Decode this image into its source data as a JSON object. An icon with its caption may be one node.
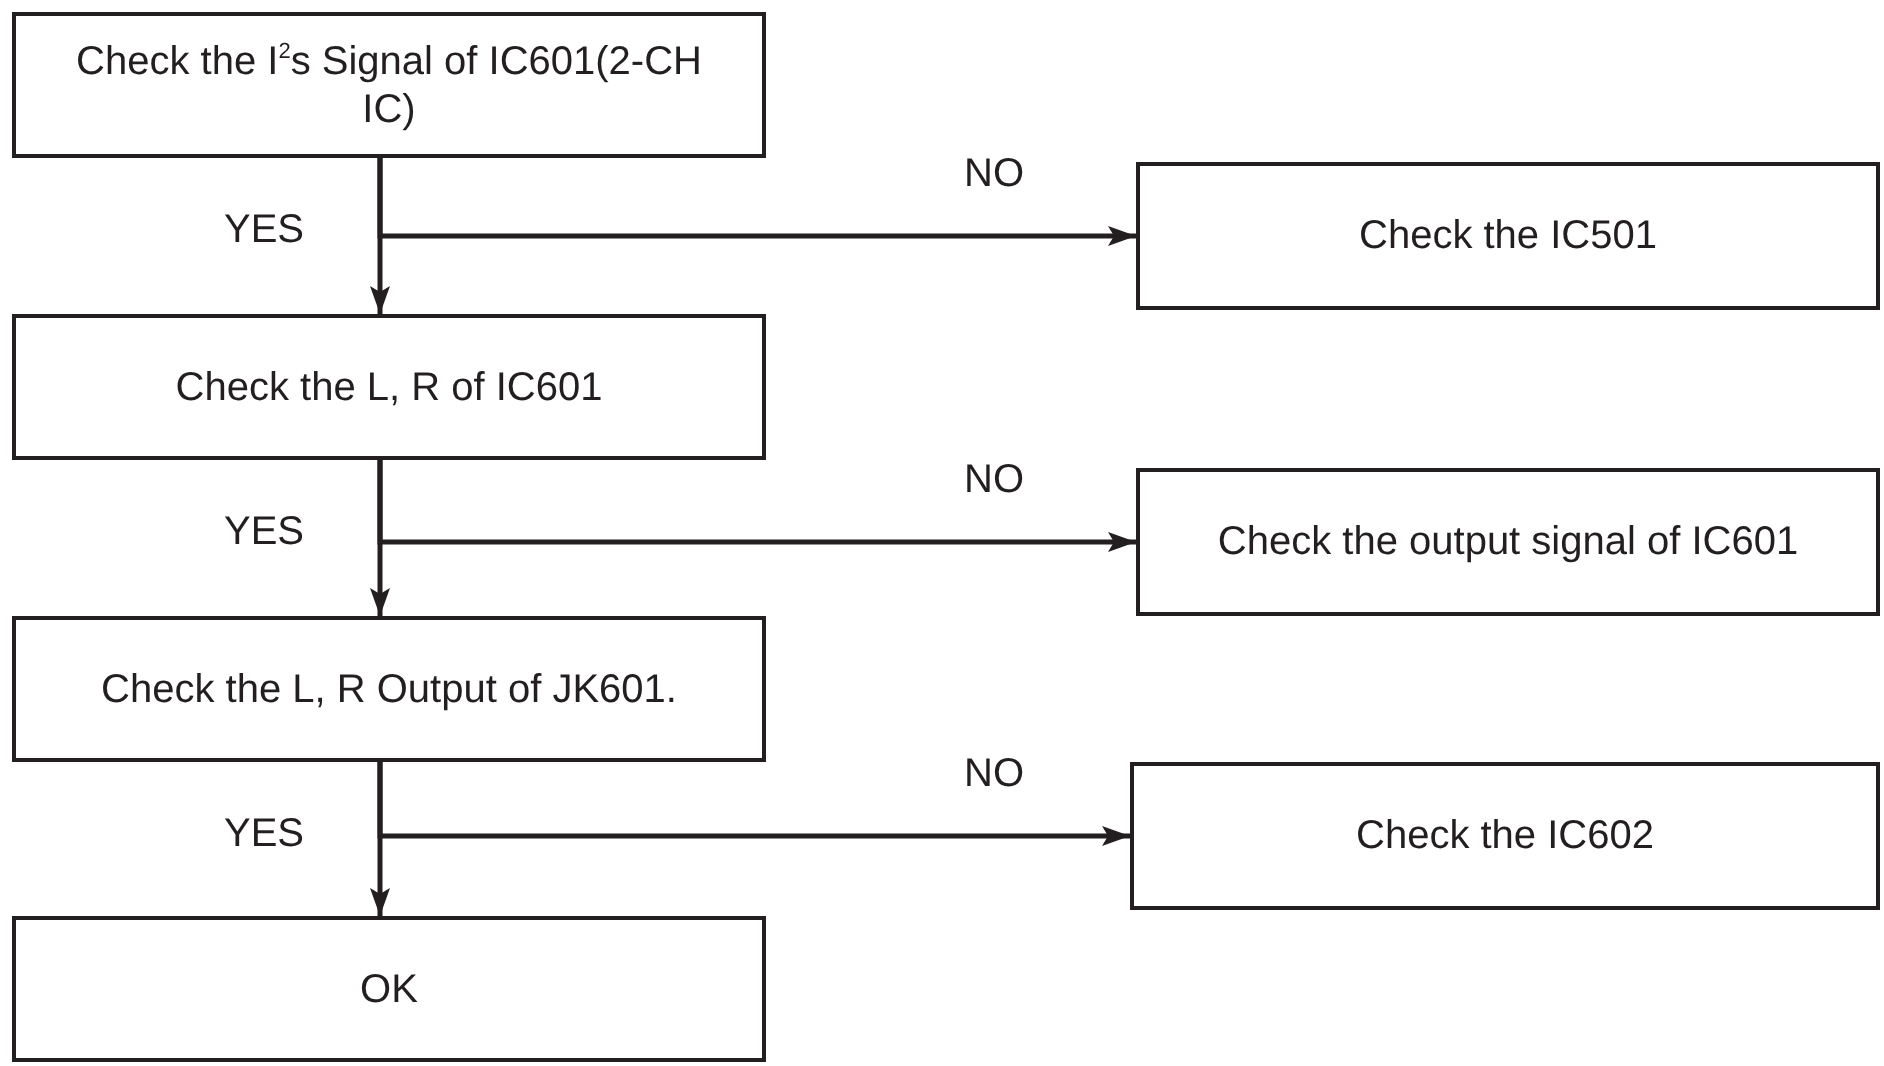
{
  "diagram": {
    "nodes": [
      {
        "text": [
          "Check the I$^{2}$s Signal of IC601(2-CH IC)"
        ]
      },
      {
        "text": [
          "Check the IC501"
        ]
      },
      {
        "text": [
          "Check the L, R of IC601"
        ]
      },
      {
        "text": [
          "Check the output signal of IC601"
        ]
      },
      {
        "text": [
          "Check the L, R Output of JK601."
        ]
      },
      {
        "text": [
          "Check the IC602"
        ]
      },
      {
        "text": [
          "OK"
        ]
      }
    ],
    "edges": [
      {
        "from": 0,
        "to": 2,
        "arrow": "to",
        "label": "YES"
      },
      {
        "from": 0,
        "to": 1,
        "arrow": "to",
        "label": "NO"
      },
      {
        "from": 2,
        "to": 4,
        "arrow": "to",
        "label": "YES"
      },
      {
        "from": 2,
        "to": 3,
        "arrow": "to",
        "label": "NO"
      },
      {
        "from": 4,
        "to": 6,
        "arrow": "to",
        "label": "YES"
      },
      {
        "from": 4,
        "to": 5,
        "arrow": "to",
        "label": "NO"
      }
    ]
  }
}
